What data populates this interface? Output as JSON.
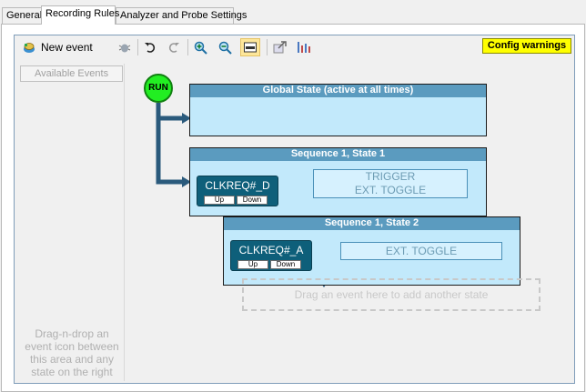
{
  "tabs": [
    "General",
    "Recording Rules",
    "Analyzer and Probe Settings"
  ],
  "toolbar": {
    "new_event": "New event",
    "config_warnings": "Config warnings",
    "icons": [
      "new-event-icon",
      "bug-icon",
      "undo-icon",
      "redo-icon",
      "zoom-in-icon",
      "zoom-out-icon",
      "fit-view-icon",
      "export-icon",
      "columns-icon"
    ]
  },
  "left_panel": {
    "available_events": "Available Events",
    "hint": "Drag-n-drop an event icon between this area and any state on the right"
  },
  "canvas": {
    "run_label": "RUN",
    "states": [
      {
        "title": "Global State (active at all times)"
      },
      {
        "title": "Sequence 1, State 1",
        "event": {
          "name": "CLKREQ#_D",
          "up": "Up",
          "down": "Down"
        },
        "actions": [
          "TRIGGER",
          "EXT. TOGGLE"
        ]
      },
      {
        "title": "Sequence 1, State 2",
        "event": {
          "name": "CLKREQ#_A",
          "up": "Up",
          "down": "Down"
        },
        "actions": [
          "EXT. TOGGLE"
        ]
      }
    ],
    "drop_hint": "Drag an event here to add another state"
  },
  "colors": {
    "state_body": "#c2e9fb",
    "state_title": "#5b9bbf",
    "event_box": "#0e5f7a",
    "run": "#22ee22",
    "config_warning": "#ffff00"
  }
}
